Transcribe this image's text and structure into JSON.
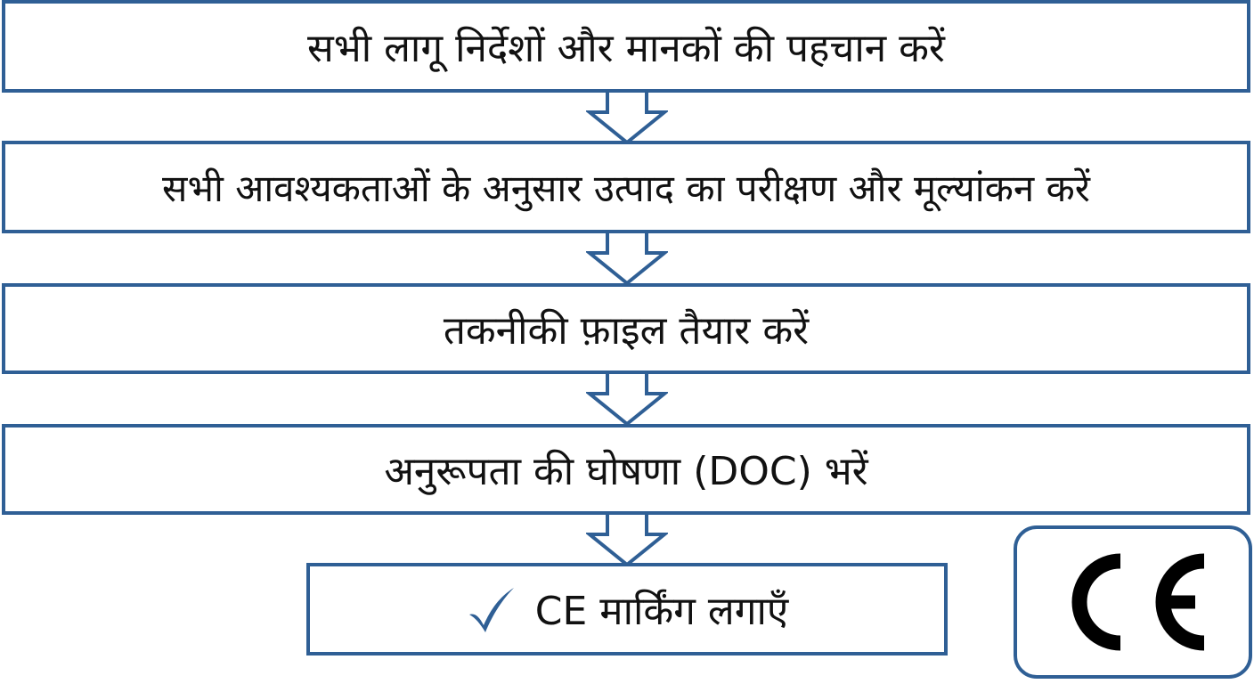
{
  "colors": {
    "box_border": "#2f5f95",
    "arrow_stroke": "#2f5f95",
    "check": "#2f5f95",
    "mark": "#000000"
  },
  "steps": [
    {
      "label": "सभी लागू निर्देशों और मानकों की पहचान करें"
    },
    {
      "label": "सभी आवश्यकताओं के अनुसार उत्पाद का परीक्षण और मूल्यांकन करें"
    },
    {
      "label": "तकनीकी फ़ाइल तैयार करें"
    },
    {
      "label": "अनुरूपता की घोषणा (DOC) भरें"
    },
    {
      "label": "CE मार्किंग लगाएँ",
      "icon": "checkmark-icon"
    }
  ],
  "badge": {
    "logo": "CE",
    "icon": "ce-mark-icon"
  }
}
